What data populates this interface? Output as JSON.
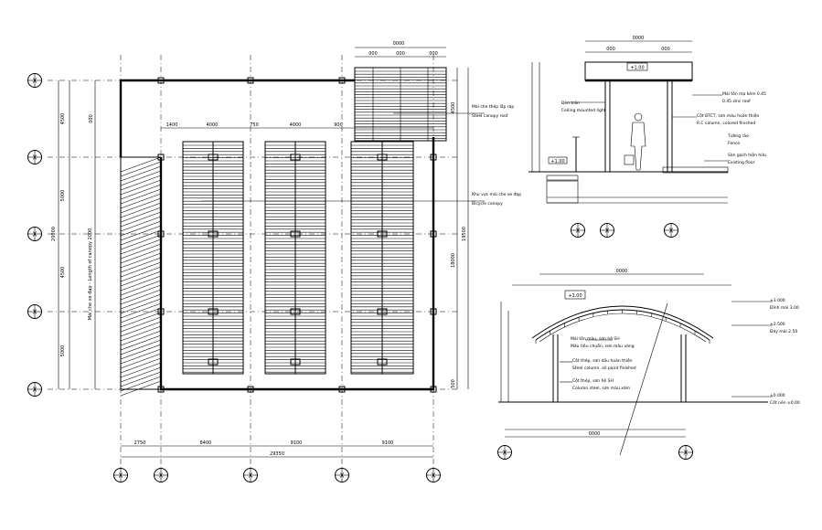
{
  "plan": {
    "grid_bubble_label": "X",
    "dims": {
      "top_overall": "0000",
      "top_a": "000",
      "top_b": "000",
      "top_c": "000",
      "inner_1": "1400",
      "inner_2": "4000",
      "inner_3": "750",
      "inner_4": "4000",
      "inner_5": "900",
      "left_1": "4500",
      "left_2": "5000",
      "left_3": "4500",
      "left_4": "5000",
      "left_total": "20000",
      "left_inner": "000",
      "right_total": "18000",
      "right_inner": "19500",
      "right_top": "4500",
      "right_bot": "500",
      "bottom_1": "2750",
      "bottom_2": "8400",
      "bottom_3": "9100",
      "bottom_4": "9100",
      "bottom_total": "29350"
    },
    "notes": {
      "roof_lbl1": "Mái che thép lắp ráp",
      "roof_lbl2": "Steel canopy roof",
      "carport_lbl1": "Khu vực mái che xe đạp",
      "carport_lbl2": "Bicycle canopy",
      "vertical_note": "Mái che xe đạp - Length of canopy 2000"
    }
  },
  "section": {
    "dims": {
      "top_overall": "0000",
      "top_a": "000",
      "top_b": "000"
    },
    "level_tag": "+1.00",
    "level_tag_lower": "+1.00",
    "notes": {
      "n1a": "Đèn trần",
      "n1b": "Ceiling mounted light",
      "n2a": "Mái tôn mạ kẽm 0.45",
      "n2b": "0.45 zinc roof",
      "n3a": "Cột BTCT, sơn màu hoàn thiện",
      "n3b": "R.C column, colored finished",
      "n4a": "Tường rào",
      "n4b": "Fence",
      "n5a": "Sàn gạch hiện hữu",
      "n5b": "Existing floor"
    }
  },
  "elevation": {
    "level_tag": "+1.00",
    "levels": [
      {
        "code": "+3.000",
        "text": "Đỉnh mái 3.00"
      },
      {
        "code": "+2.500",
        "text": "Đáy mái 2.50"
      },
      {
        "code": "±0.000",
        "text": "Cốt nền ±0.00"
      }
    ],
    "notes": {
      "e1a": "Mái tôn màu, sơn hệ SH",
      "e1b": "Màu tiêu chuẩn, sơn màu vàng",
      "e2a": "Cột thép, sơn dầu hoàn thiện",
      "e2b": "Steel column, oil paint finished",
      "e3a": "Cột thép, sơn hệ SH",
      "e3b": "Column steel, sơn màu xám"
    },
    "dims": {
      "top": "0000",
      "bottom": "0000"
    }
  }
}
